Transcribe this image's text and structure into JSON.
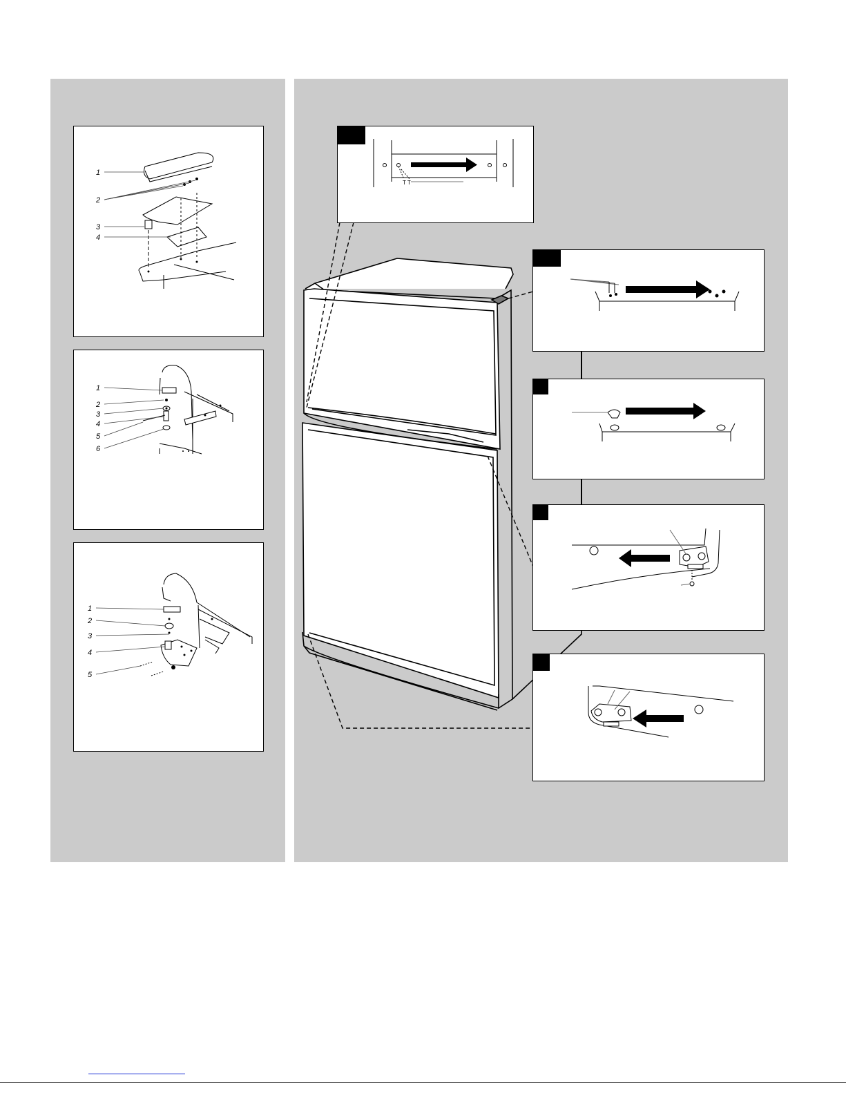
{
  "diagram": {
    "top_hinge_parts": [
      "1",
      "2",
      "3",
      "4"
    ],
    "center_hinge_parts": [
      "1",
      "2",
      "3",
      "4",
      "5",
      "6"
    ],
    "bottom_hinge_parts": [
      "1",
      "2",
      "3",
      "4",
      "5"
    ]
  },
  "colors": {
    "panel": "#cbcbcb",
    "ink": "#000000",
    "link": "#1a2fd6"
  }
}
